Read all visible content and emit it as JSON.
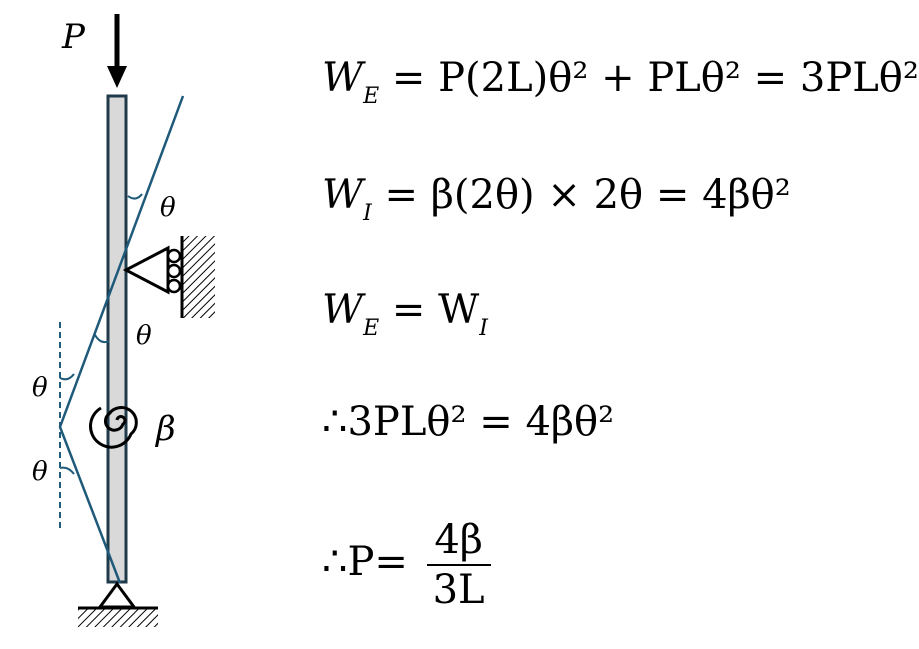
{
  "labels": {
    "load": "P",
    "theta": "θ",
    "beta": "β"
  },
  "equations": {
    "eq1": {
      "lhs": "W",
      "lhs_sub": "E",
      "rhs": " = P(2L)θ² + PLθ² = 3PLθ²"
    },
    "eq2": {
      "lhs": "W",
      "lhs_sub": "I",
      "rhs": " = β(2θ) × 2θ = 4βθ²"
    },
    "eq3": {
      "lhs": "W",
      "lhs_sub": "E",
      "mid": " = W",
      "rhs_sub": "I"
    },
    "eq4": {
      "text": "∴3PLθ² = 4βθ²"
    },
    "eq5": {
      "lhs": "∴P= ",
      "num": "4β",
      "den": "3L"
    }
  },
  "colors": {
    "column_fill": "#d9d9d9",
    "deflected_line": "#1f5a7a",
    "ink": "#000000"
  }
}
